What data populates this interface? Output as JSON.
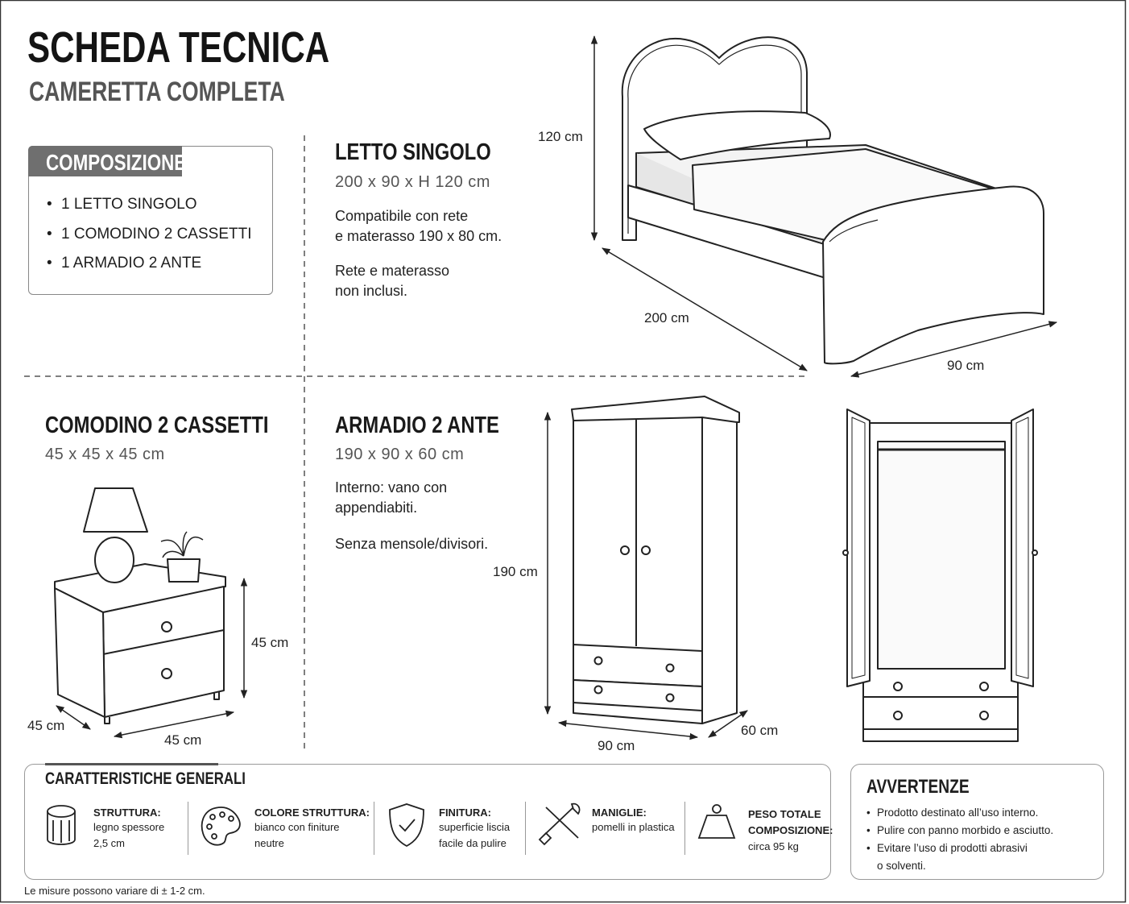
{
  "header": {
    "title": "SCHEDA TECNICA",
    "subtitle": "CAMERETTA COMPLETA"
  },
  "composizione": {
    "label": "COMPOSIZIONE",
    "items": [
      "1 LETTO SINGOLO",
      "1 COMODINO 2 CASSETTI",
      "1 ARMADIO 2 ANTE"
    ]
  },
  "letto": {
    "title": "LETTO SINGOLO",
    "dims": "200 x 90 x H 120 cm",
    "text1": "Compatibile con rete\ne materasso 190 x 80 cm.",
    "text2": "Rete e materasso\nnon inclusi.",
    "dim_height": "120 cm",
    "dim_length": "200 cm",
    "dim_width": "90 cm"
  },
  "comodino": {
    "title": "COMODINO 2 CASSETTI",
    "dims": "45 x 45 x 45 cm",
    "dim_height": "45 cm",
    "dim_depth": "45 cm",
    "dim_width": "45 cm"
  },
  "armadio": {
    "title": "ARMADIO 2 ANTE",
    "dims": "190 x 90 x 60 cm",
    "text1": "Interno: vano con\nappendiabiti.",
    "text2": "Senza mensole/divisori.",
    "dim_height": "190 cm",
    "dim_width": "90 cm",
    "dim_depth": "60 cm"
  },
  "caratteristiche": {
    "title": "CARATTERISTICHE GENERALI",
    "items": [
      {
        "icon": "wood-log-icon",
        "title": "STRUTTURA:",
        "text": "legno spessore\n2,5 cm"
      },
      {
        "icon": "palette-icon",
        "title": "COLORE STRUTTURA:",
        "text": "bianco con finiture\nneutre"
      },
      {
        "icon": "shield-check-icon",
        "title": "FINITURA:",
        "text": "superficie liscia\nfacile da pulire"
      },
      {
        "icon": "tools-icon",
        "title": "MANIGLIE:",
        "text": "pomelli in plastica"
      },
      {
        "icon": "weight-icon",
        "title": "PESO TOTALE\nCOMPOSIZIONE:",
        "text": "circa 95 kg"
      }
    ]
  },
  "avvertenze": {
    "title": "AVVERTENZE",
    "items": [
      "Prodotto destinato all’uso interno.",
      "Pulire con panno morbido e asciutto.",
      "Evitare l’uso di prodotti abrasivi\no solventi."
    ]
  },
  "footnote": "Le misure possono variare di ± 1-2 cm."
}
